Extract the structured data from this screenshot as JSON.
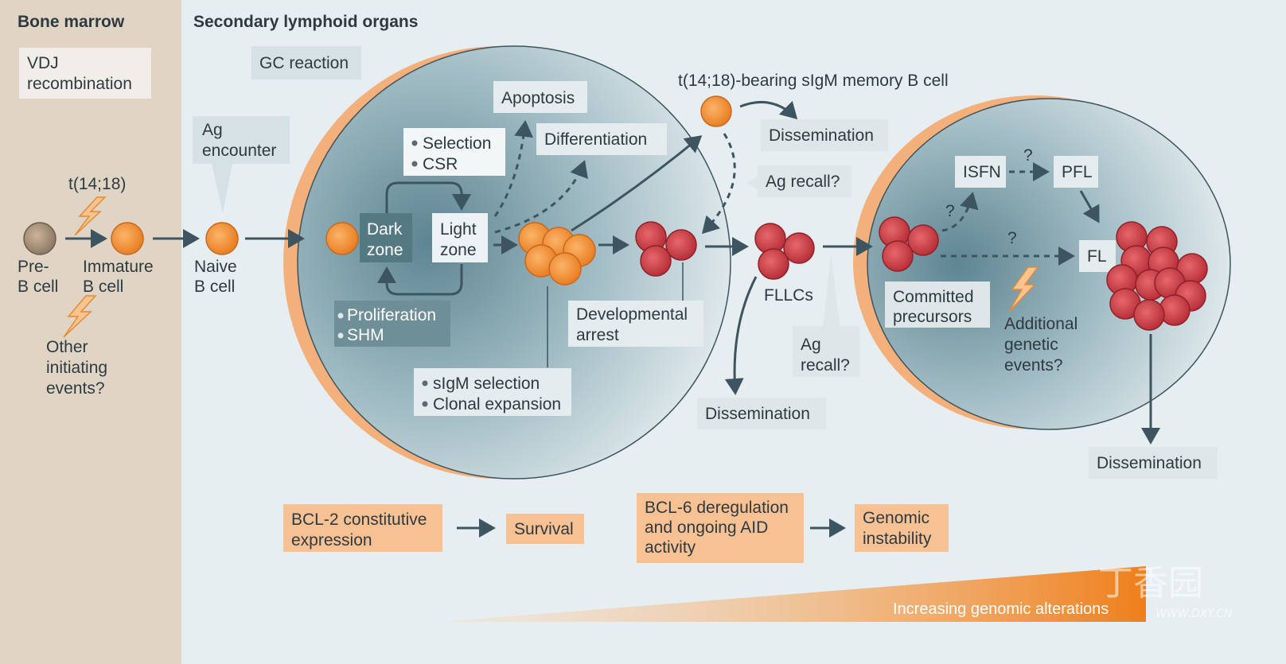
{
  "headers": {
    "bone_marrow": "Bone marrow",
    "secondary": "Secondary lymphoid organs"
  },
  "boxes": {
    "vdj": [
      "VDJ",
      "recombination"
    ],
    "gc_reaction": "GC reaction",
    "ag_encounter": [
      "Ag",
      "encounter"
    ],
    "apoptosis": "Apoptosis",
    "differentiation": "Differentiation",
    "selection": "Selection",
    "csr": "CSR",
    "proliferation": "Proliferation",
    "shm": "SHM",
    "sigm_selection": "sIgM selection",
    "clonal_expansion": "Clonal expansion",
    "developmental_arrest": [
      "Developmental",
      "arrest"
    ],
    "dissemination_top": "Dissemination",
    "dissemination_mid": "Dissemination",
    "dissemination_right": "Dissemination",
    "ag_recall_top": "Ag recall?",
    "ag_recall_low": [
      "Ag",
      "recall?"
    ],
    "isfn": "ISFN",
    "pfl": "PFL",
    "fl": "FL",
    "committed": [
      "Committed",
      "precursors"
    ],
    "bcl2": [
      "BCL-2 constitutive",
      "expression"
    ],
    "survival": "Survival",
    "bcl6": [
      "BCL-6 deregulation",
      "and ongoing AID",
      "activity"
    ],
    "genomic": [
      "Genomic",
      "instability"
    ]
  },
  "labels": {
    "t1418": "t(14;18)",
    "pre_b": [
      "Pre-",
      "B cell"
    ],
    "immature": [
      "Immature",
      "B cell"
    ],
    "other_events": [
      "Other",
      "initiating",
      "events?"
    ],
    "naive": [
      "Naive",
      "B cell"
    ],
    "dark_zone": [
      "Dark",
      "zone"
    ],
    "light_zone": [
      "Light",
      "zone"
    ],
    "memory": "t(14;18)-bearing sIgM memory B cell",
    "fllcs": "FLLCs",
    "q1": "?",
    "q2": "?",
    "q3": "?",
    "additional": [
      "Additional",
      "genetic",
      "events?"
    ],
    "increasing": "Increasing genomic alterations",
    "watermark_cn": "丁香园",
    "watermark_url": "WWW.DXY.CN"
  },
  "colors": {
    "orange_cell": "#f39a3c",
    "red_cell": "#d2474b",
    "panel": "#e0d5c5",
    "box_grey": "#dfe6e8",
    "box_orange": "#f7c193"
  }
}
